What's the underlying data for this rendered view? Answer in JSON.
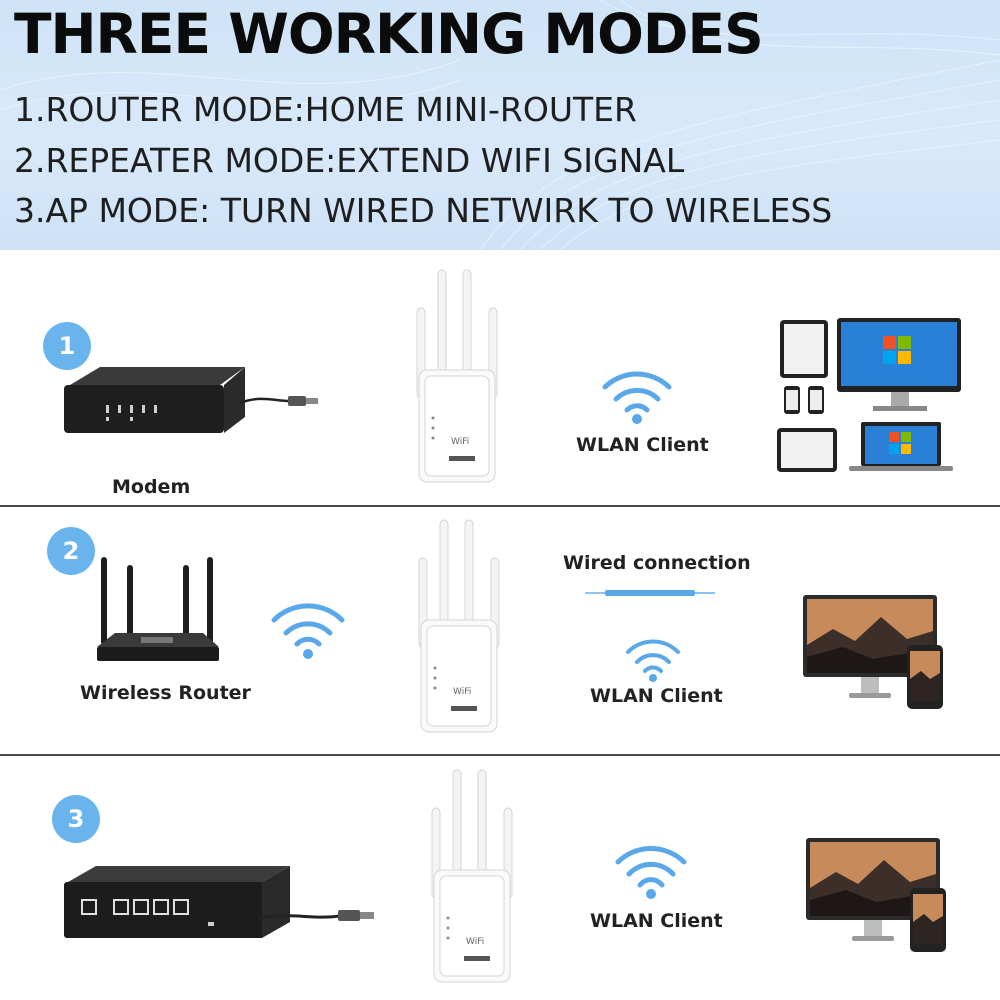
{
  "header": {
    "title": "THREE WORKING MODES",
    "modes": [
      "1.ROUTER MODE:HOME MINI-ROUTER",
      "2.REPEATER MODE:EXTEND WIFI SIGNAL",
      "3.AP MODE: TURN WIRED NETWIRK TO WIRELESS"
    ]
  },
  "sections": [
    {
      "number": "1",
      "source_label": "Modem",
      "client_label": "WLAN Client"
    },
    {
      "number": "2",
      "source_label": "Wireless Router",
      "wired_label": "Wired connection",
      "client_label": "WLAN Client"
    },
    {
      "number": "3",
      "client_label": "WLAN Client"
    }
  ],
  "device_text": "WiFi",
  "colors": {
    "accent_blue": "#6ab4ee",
    "wifi_blue": "#5aa8ea",
    "header_bg": "#d3e6f8"
  }
}
